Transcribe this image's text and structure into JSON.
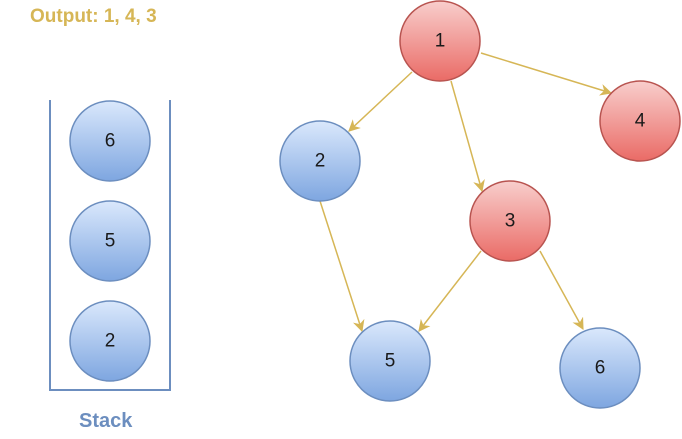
{
  "output": {
    "text": "Output: 1, 4, 3"
  },
  "stack": {
    "label": "Stack",
    "items": [
      "6",
      "5",
      "2"
    ]
  },
  "graph": {
    "nodes": [
      {
        "id": "n1",
        "label": "1",
        "state": "visited"
      },
      {
        "id": "n2",
        "label": "2",
        "state": "unvisited"
      },
      {
        "id": "n3",
        "label": "3",
        "state": "visited"
      },
      {
        "id": "n4",
        "label": "4",
        "state": "visited"
      },
      {
        "id": "n5",
        "label": "5",
        "state": "unvisited"
      },
      {
        "id": "n6",
        "label": "6",
        "state": "unvisited"
      }
    ],
    "edges": [
      {
        "from": "1",
        "to": "2"
      },
      {
        "from": "1",
        "to": "3"
      },
      {
        "from": "1",
        "to": "4"
      },
      {
        "from": "2",
        "to": "5"
      },
      {
        "from": "3",
        "to": "5"
      },
      {
        "from": "3",
        "to": "6"
      }
    ]
  },
  "colors": {
    "visited_fill_top": "#f8cecc",
    "visited_fill_bottom": "#ea6b66",
    "visited_stroke": "#b85450",
    "unvisited_fill_top": "#dae8fc",
    "unvisited_fill_bottom": "#7ea6e0",
    "unvisited_stroke": "#6c8ebf",
    "edge": "#d6b656",
    "stack_border": "#6c8ebf",
    "output_text": "#d6b656"
  }
}
